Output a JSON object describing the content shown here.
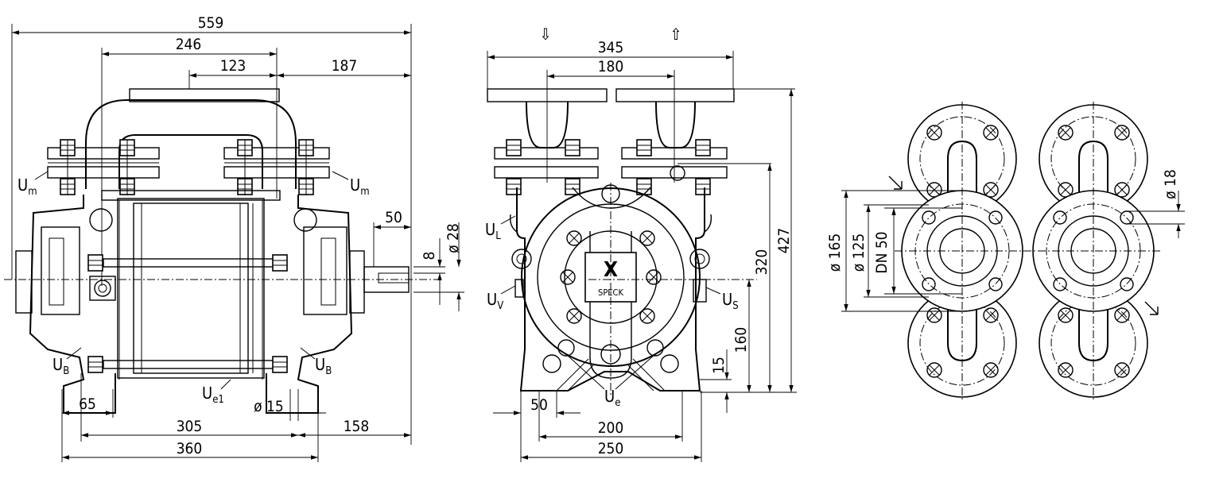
{
  "front_view": {
    "dims": {
      "overall_width": "559",
      "flange_spacing": "246",
      "half_flange": "123",
      "right_offset": "187",
      "shaft_length": "50",
      "shaft_key": "8",
      "shaft_dia": "ø 28",
      "foot_edge": "65",
      "foot_spacing": "305",
      "shaft_end": "158",
      "foot_total": "360",
      "bolt_hole": "ø 15"
    },
    "ports": {
      "um_left": "U",
      "um_left_sub": "m",
      "um_right": "U",
      "um_right_sub": "m",
      "ub_left": "U",
      "ub_left_sub": "B",
      "ub_right": "U",
      "ub_right_sub": "B",
      "ue1": "U",
      "ue1_sub": "e1"
    }
  },
  "side_view": {
    "dims": {
      "flange_width": "345",
      "flange_spacing": "180",
      "height_total": "427",
      "height_flange": "320",
      "shaft_height": "160",
      "foot_height": "15",
      "foot_edge": "50",
      "foot_spacing": "200",
      "foot_total": "250"
    },
    "ports": {
      "ul": "U",
      "ul_sub": "L",
      "uv": "U",
      "uv_sub": "V",
      "us": "U",
      "us_sub": "S",
      "ue": "U",
      "ue_sub": "e"
    },
    "arrows": {
      "inlet": "⇩",
      "outlet": "⇧"
    },
    "logo_text": "SPECK"
  },
  "flange_view": {
    "dims": {
      "outer_dia": "ø 165",
      "bolt_circle": "ø 125",
      "nominal": "DN 50",
      "hole_dia": "ø 18"
    }
  }
}
